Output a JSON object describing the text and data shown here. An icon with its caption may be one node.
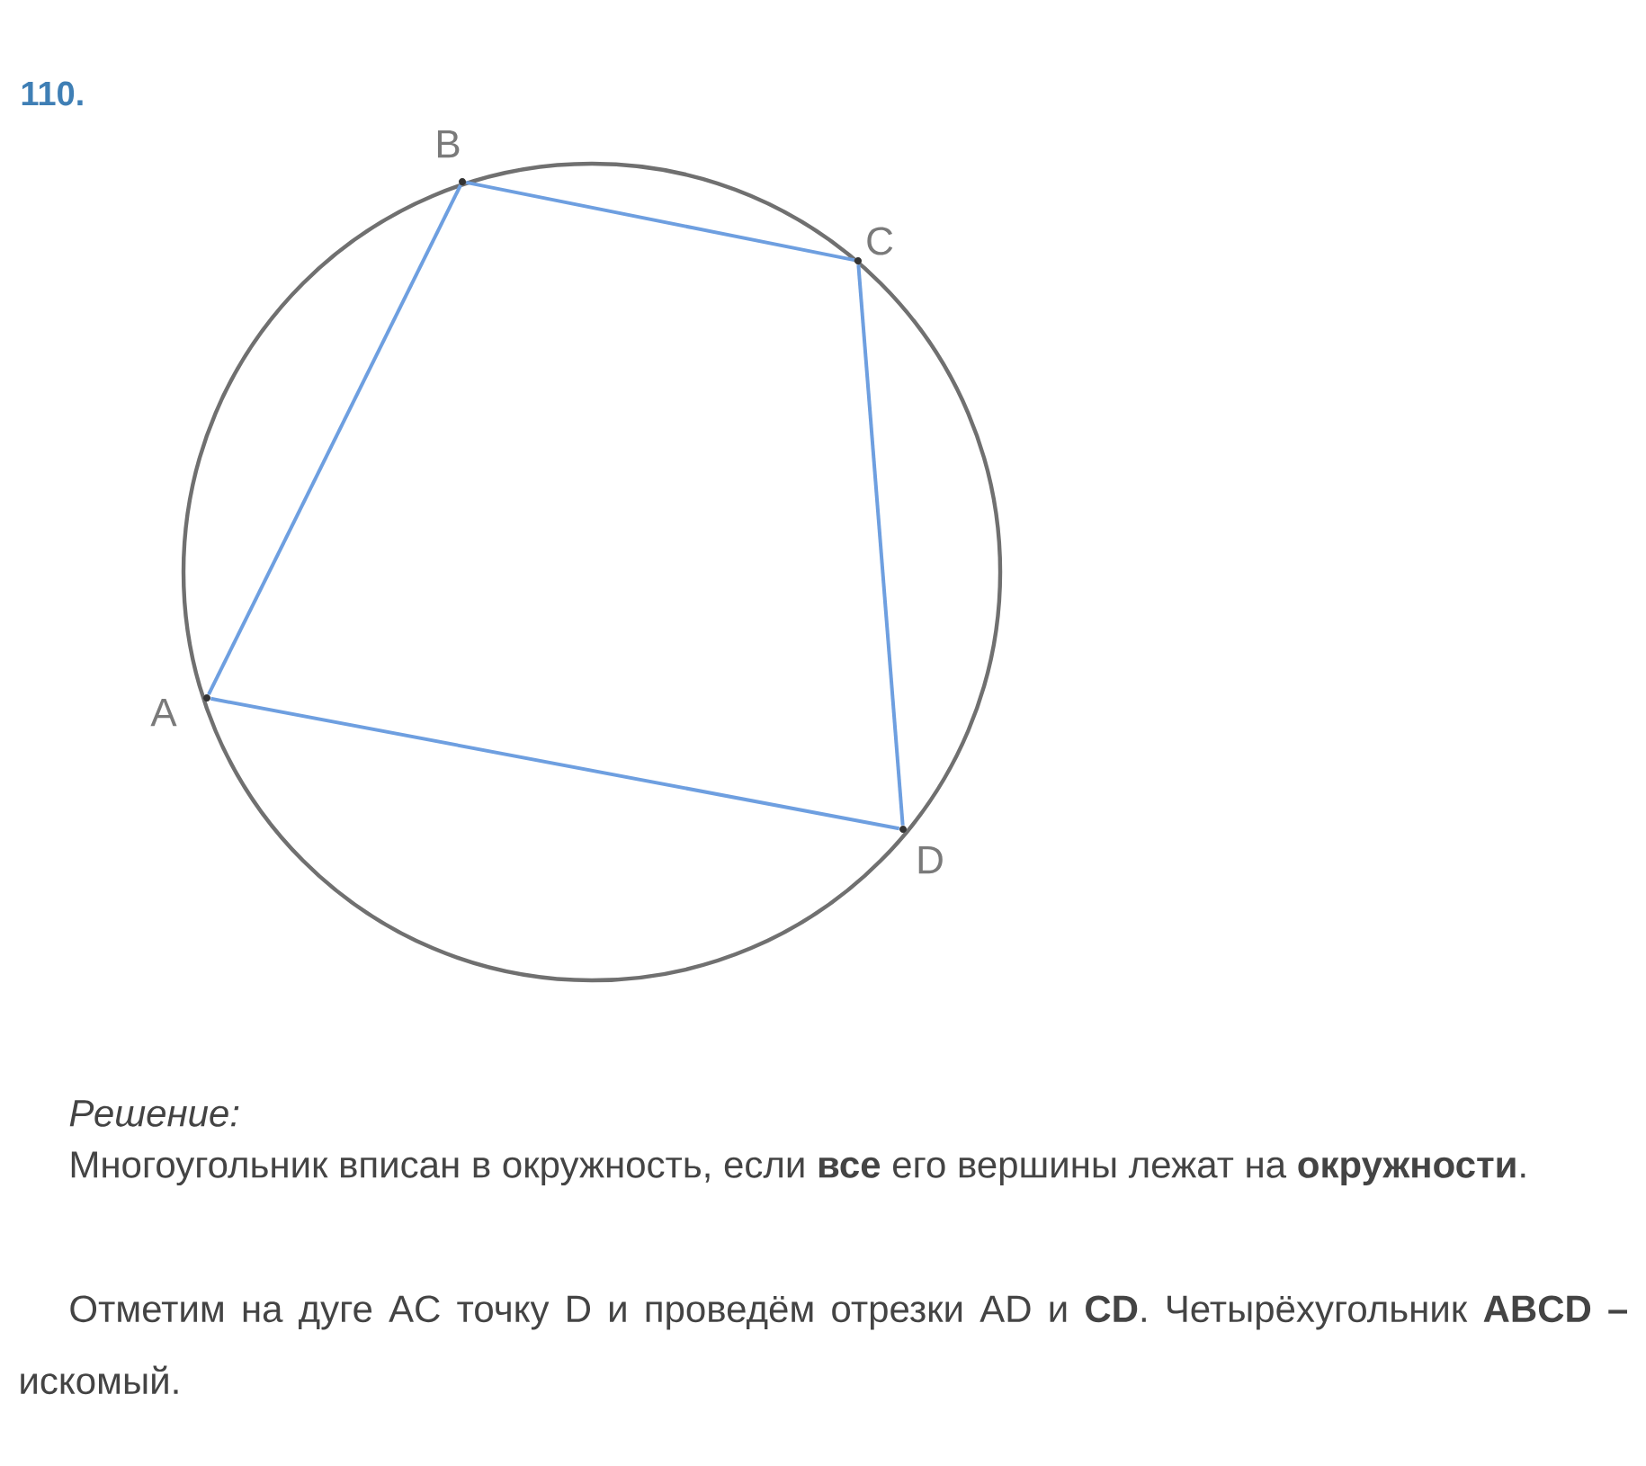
{
  "diagram": {
    "title": "110.",
    "nodes": [
      {
        "text": [],
        "shape": "circle",
        "beside": [
          "B"
        ]
      },
      {
        "text": [],
        "shape": "circle",
        "beside": [
          "C"
        ]
      },
      {
        "text": [],
        "shape": "circle",
        "beside": [
          "A"
        ]
      },
      {
        "text": [],
        "shape": "circle",
        "beside": [
          "D"
        ]
      }
    ],
    "edges": [
      {
        "from": 2,
        "to": 0,
        "arrow": "none"
      },
      {
        "from": 0,
        "to": 1,
        "arrow": "none"
      },
      {
        "from": 1,
        "to": 3,
        "arrow": "none"
      },
      {
        "from": 3,
        "to": 2,
        "arrow": "none"
      }
    ],
    "labels": [
      "Решение:",
      "Многоугольник вписан в окружность, если **все** его вершины лежат на **окружности**.",
      "Отметим на дуге AC точку D и проведём отрезки AD и **CD**. Четырёхугольник **ABCD –** искомый."
    ]
  }
}
